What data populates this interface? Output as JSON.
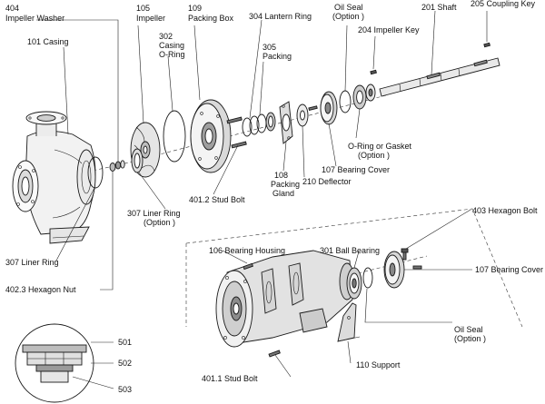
{
  "labels": {
    "impeller_washer_num": "404",
    "impeller_washer_name": "Impeller Washer",
    "casing": "101 Casing",
    "impeller_num": "105",
    "impeller_name": "Impeller",
    "casing_oring_num": "302",
    "casing_oring_line1": "Casing",
    "casing_oring_line2": "O-Ring",
    "packing_box_num": "109",
    "packing_box_name": "Packing Box",
    "lantern_ring": "304 Lantern Ring",
    "packing_num": "305",
    "packing_name": "Packing",
    "oil_seal_top_line1": "Oil Seal",
    "oil_seal_top_line2": "(Option )",
    "shaft": "201 Shaft",
    "coupling_key": "205 Coupling Key",
    "impeller_key": "204 Impeller Key",
    "oring_gasket_line1": "O-Ring or Gasket",
    "oring_gasket_line2": "(Option )",
    "bearing_cover_top": "107 Bearing Cover",
    "deflector": "210 Deflector",
    "packing_gland_num": "108",
    "packing_gland_line1": "Packing",
    "packing_gland_line2": "Gland",
    "stud_bolt_top": "401.2 Stud Bolt",
    "liner_ring_top_line1": "307 Liner Ring",
    "liner_ring_top_line2": "(Option )",
    "liner_ring_left": "307 Liner Ring",
    "hex_nut": "402.3 Hexagon Nut",
    "hex_bolt": "403 Hexagon Bolt",
    "bearing_housing": "106 Bearing Housing",
    "ball_bearing": "301 Ball Bearing",
    "bearing_cover_bottom": "107 Bearing Cover",
    "oil_seal_bottom_line1": "Oil Seal",
    "oil_seal_bottom_line2": "(Option )",
    "support": "110 Support",
    "stud_bolt_bottom": "401.1  Stud Bolt",
    "detail_501": "501",
    "detail_502": "502",
    "detail_503": "503"
  }
}
